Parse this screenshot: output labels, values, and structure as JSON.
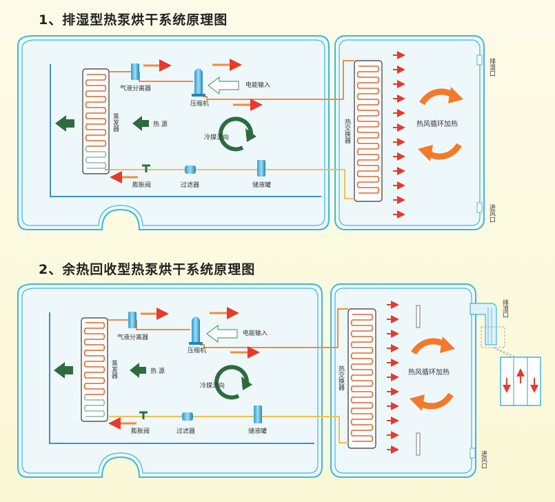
{
  "titles": {
    "d1": "1、排湿型热泵烘干系统原理图",
    "d2": "2、余热回收型热泵烘干系统原理图"
  },
  "labels": {
    "separator": "气液分离器",
    "compressor": "压缩机",
    "power_in": "电能输入",
    "evaporator": "蒸发器",
    "heat_source": "热 源",
    "refrigerant_flow": "冷媒流向",
    "expansion_valve": "膨胀阀",
    "filter": "过滤器",
    "receiver": "储液罐",
    "heat_exchanger": "热交换器",
    "hot_air_cycle": "热风循环加热",
    "exhaust_humid": "排湿口",
    "air_inlet": "进风口"
  },
  "colors": {
    "panel_border": "#3cb6e0",
    "panel_fill": "#e8f6fb",
    "coil": "#e4622a",
    "hot_pipe": "#f28b3c",
    "cool_pipe": "#f2c04a",
    "flow_green": "#2e6b3e",
    "red_arrow": "#e8392b",
    "cycle_orange": "#f37a2a"
  }
}
